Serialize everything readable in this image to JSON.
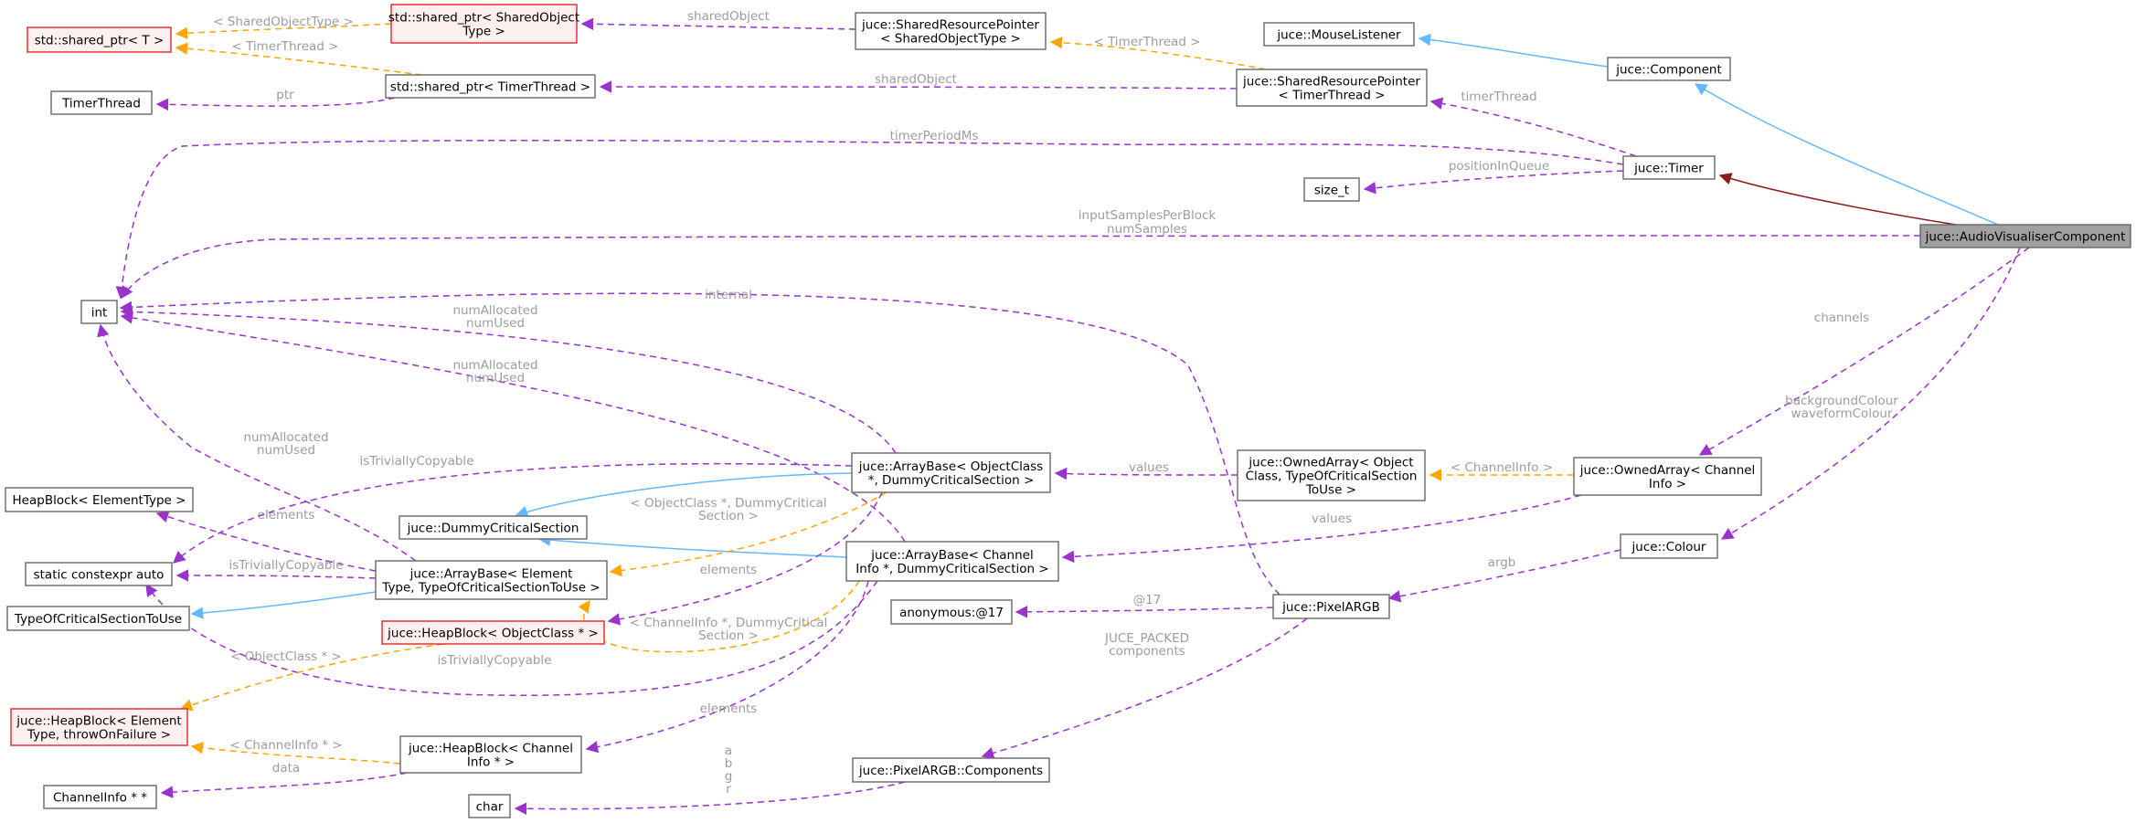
{
  "colors": {
    "usage": "#9a32cd",
    "template": "#ffa500",
    "inheritance": "#63b8ff",
    "protected_inheritance": "#8b1a1a",
    "label": "#9c9c9c",
    "focus_fill": "#a0a0a0",
    "incomplete_border": "#e0242a"
  },
  "nodes": [
    {
      "id": "shared_ptr_T",
      "lines": [
        "std::shared_ptr< T >"
      ],
      "style": "red"
    },
    {
      "id": "shared_ptr_shared_object",
      "lines": [
        "std::shared_ptr< SharedObject",
        "Type >"
      ],
      "style": "red"
    },
    {
      "id": "timer_thread",
      "lines": [
        "TimerThread"
      ],
      "style": "normal"
    },
    {
      "id": "shared_ptr_timer_thread",
      "lines": [
        "std::shared_ptr< TimerThread >"
      ],
      "style": "normal"
    },
    {
      "id": "srp_shared_object",
      "lines": [
        "juce::SharedResourcePointer",
        "< SharedObjectType >"
      ],
      "style": "normal"
    },
    {
      "id": "srp_timer_thread",
      "lines": [
        "juce::SharedResourcePointer",
        "< TimerThread >"
      ],
      "style": "normal"
    },
    {
      "id": "mouse_listener",
      "lines": [
        "juce::MouseListener"
      ],
      "style": "normal"
    },
    {
      "id": "component",
      "lines": [
        "juce::Component"
      ],
      "style": "normal"
    },
    {
      "id": "timer",
      "lines": [
        "juce::Timer"
      ],
      "style": "normal"
    },
    {
      "id": "size_t",
      "lines": [
        "size_t"
      ],
      "style": "normal"
    },
    {
      "id": "audio_visualiser",
      "lines": [
        "juce::AudioVisualiserComponent"
      ],
      "style": "focus"
    },
    {
      "id": "int",
      "lines": [
        "int"
      ],
      "style": "normal"
    },
    {
      "id": "heapblock_element_type",
      "lines": [
        "HeapBlock< ElementType >"
      ],
      "style": "normal"
    },
    {
      "id": "dummy_critical_section",
      "lines": [
        "juce::DummyCriticalSection"
      ],
      "style": "normal"
    },
    {
      "id": "static_constexpr_auto",
      "lines": [
        "static constexpr auto"
      ],
      "style": "normal"
    },
    {
      "id": "array_base_element",
      "lines": [
        "juce::ArrayBase< Element",
        "Type, TypeOfCriticalSectionToUse >"
      ],
      "style": "normal"
    },
    {
      "id": "type_of_critical_section",
      "lines": [
        "TypeOfCriticalSectionToUse"
      ],
      "style": "normal"
    },
    {
      "id": "array_base_object_class",
      "lines": [
        "juce::ArrayBase< ObjectClass",
        "*, DummyCriticalSection >"
      ],
      "style": "normal"
    },
    {
      "id": "owned_array_object_class",
      "lines": [
        "juce::OwnedArray< Object",
        "Class, TypeOfCriticalSection",
        "ToUse >"
      ],
      "style": "normal"
    },
    {
      "id": "owned_array_channel_info",
      "lines": [
        "juce::OwnedArray< Channel",
        "Info >"
      ],
      "style": "normal"
    },
    {
      "id": "array_base_channel_info",
      "lines": [
        "juce::ArrayBase< Channel",
        "Info *, DummyCriticalSection >"
      ],
      "style": "normal"
    },
    {
      "id": "colour",
      "lines": [
        "juce::Colour"
      ],
      "style": "normal"
    },
    {
      "id": "heapblock_object_class",
      "lines": [
        "juce::HeapBlock< ObjectClass * >"
      ],
      "style": "red"
    },
    {
      "id": "anonymous_17",
      "lines": [
        "anonymous:@17"
      ],
      "style": "normal"
    },
    {
      "id": "pixel_argb",
      "lines": [
        "juce::PixelARGB"
      ],
      "style": "normal"
    },
    {
      "id": "heapblock_element_throw",
      "lines": [
        "juce::HeapBlock< Element",
        "Type, throwOnFailure >"
      ],
      "style": "red"
    },
    {
      "id": "heapblock_channel_info",
      "lines": [
        "juce::HeapBlock< Channel",
        "Info * >"
      ],
      "style": "normal"
    },
    {
      "id": "channel_info_ptr_ptr",
      "lines": [
        "ChannelInfo * *"
      ],
      "style": "normal"
    },
    {
      "id": "pixel_argb_components",
      "lines": [
        "juce::PixelARGB::Components"
      ],
      "style": "normal"
    },
    {
      "id": "char",
      "lines": [
        "char"
      ],
      "style": "normal"
    }
  ],
  "edges": [
    {
      "id": "e_sharedobjecttype",
      "kind": "template",
      "labels": [
        "< SharedObjectType >"
      ]
    },
    {
      "id": "e_timerthread_tpl_sp",
      "kind": "template",
      "labels": [
        "< TimerThread >"
      ]
    },
    {
      "id": "e_sharedobject",
      "kind": "usage",
      "labels": [
        "sharedObject"
      ]
    },
    {
      "id": "e_timerthread_tpl_srp",
      "kind": "template",
      "labels": [
        "< TimerThread >"
      ]
    },
    {
      "id": "e_ptr",
      "kind": "usage",
      "labels": [
        "ptr"
      ]
    },
    {
      "id": "e_sharedobject2",
      "kind": "usage",
      "labels": [
        "sharedObject"
      ]
    },
    {
      "id": "e_mouse_listener",
      "kind": "inherit",
      "labels": []
    },
    {
      "id": "e_component",
      "kind": "inherit",
      "labels": []
    },
    {
      "id": "e_timer_inherit",
      "kind": "protected",
      "labels": []
    },
    {
      "id": "e_timerthread_member",
      "kind": "usage",
      "labels": [
        "timerThread"
      ]
    },
    {
      "id": "e_timer_period",
      "kind": "usage",
      "labels": [
        "timerPeriodMs"
      ]
    },
    {
      "id": "e_position_in_queue",
      "kind": "usage",
      "labels": [
        "positionInQueue"
      ]
    },
    {
      "id": "e_input_samples",
      "kind": "usage",
      "labels": [
        "inputSamplesPerBlock",
        "numSamples"
      ]
    },
    {
      "id": "e_internal",
      "kind": "usage",
      "labels": [
        "internal"
      ]
    },
    {
      "id": "e_num_ab_object",
      "kind": "usage",
      "labels": [
        "numAllocated",
        "numUsed"
      ]
    },
    {
      "id": "e_num_ab_channel",
      "kind": "usage",
      "labels": [
        "numAllocated",
        "numUsed"
      ]
    },
    {
      "id": "e_num_ab_element",
      "kind": "usage",
      "labels": [
        "numAllocated",
        "numUsed"
      ]
    },
    {
      "id": "e_channels",
      "kind": "usage",
      "labels": [
        "channels"
      ]
    },
    {
      "id": "e_colours",
      "kind": "usage",
      "labels": [
        "backgroundColour",
        "waveformColour"
      ]
    },
    {
      "id": "e_elements_heapblock",
      "kind": "usage",
      "labels": [
        "elements"
      ]
    },
    {
      "id": "e_trivially_copyable_object",
      "kind": "usage",
      "labels": [
        "isTriviallyCopyable"
      ]
    },
    {
      "id": "e_trivially_copyable_element",
      "kind": "usage",
      "labels": [
        "isTriviallyCopyable"
      ]
    },
    {
      "id": "e_trivially_copyable_channel",
      "kind": "usage",
      "labels": [
        "isTriviallyCopyable"
      ]
    },
    {
      "id": "e_dummy_to_ab_object",
      "kind": "inherit",
      "labels": []
    },
    {
      "id": "e_dummy_to_ab_channel",
      "kind": "inherit",
      "labels": []
    },
    {
      "id": "e_type_of_cs",
      "kind": "inherit",
      "labels": []
    },
    {
      "id": "e_values_object",
      "kind": "usage",
      "labels": [
        "values"
      ]
    },
    {
      "id": "e_channel_info_tpl",
      "kind": "template",
      "labels": [
        "< ChannelInfo >"
      ]
    },
    {
      "id": "e_values_channel",
      "kind": "usage",
      "labels": [
        "values"
      ]
    },
    {
      "id": "e_object_class_dummy_tpl",
      "kind": "template",
      "labels": [
        "< ObjectClass *, DummyCritical",
        "Section >"
      ]
    },
    {
      "id": "e_channel_info_dummy_tpl",
      "kind": "template",
      "labels": [
        "< ChannelInfo *, DummyCritical",
        "Section >"
      ]
    },
    {
      "id": "e_elements_object_class",
      "kind": "usage",
      "labels": [
        "elements"
      ]
    },
    {
      "id": "e_elements_channel",
      "kind": "usage",
      "labels": [
        "elements"
      ]
    },
    {
      "id": "e_object_class_tpl",
      "kind": "template",
      "labels": [
        "< ObjectClass * >"
      ]
    },
    {
      "id": "e_channel_info_ptr_tpl",
      "kind": "template",
      "labels": [
        "< ChannelInfo * >"
      ]
    },
    {
      "id": "e_data",
      "kind": "usage",
      "labels": [
        "data"
      ]
    },
    {
      "id": "e_argb",
      "kind": "usage",
      "labels": [
        "argb"
      ]
    },
    {
      "id": "e_at17",
      "kind": "usage",
      "labels": [
        "@17"
      ]
    },
    {
      "id": "e_juce_packed",
      "kind": "usage",
      "labels": [
        "JUCE_PACKED",
        "components"
      ]
    },
    {
      "id": "e_abgr",
      "kind": "usage",
      "labels": [
        "a",
        "b",
        "g",
        "r"
      ]
    }
  ]
}
